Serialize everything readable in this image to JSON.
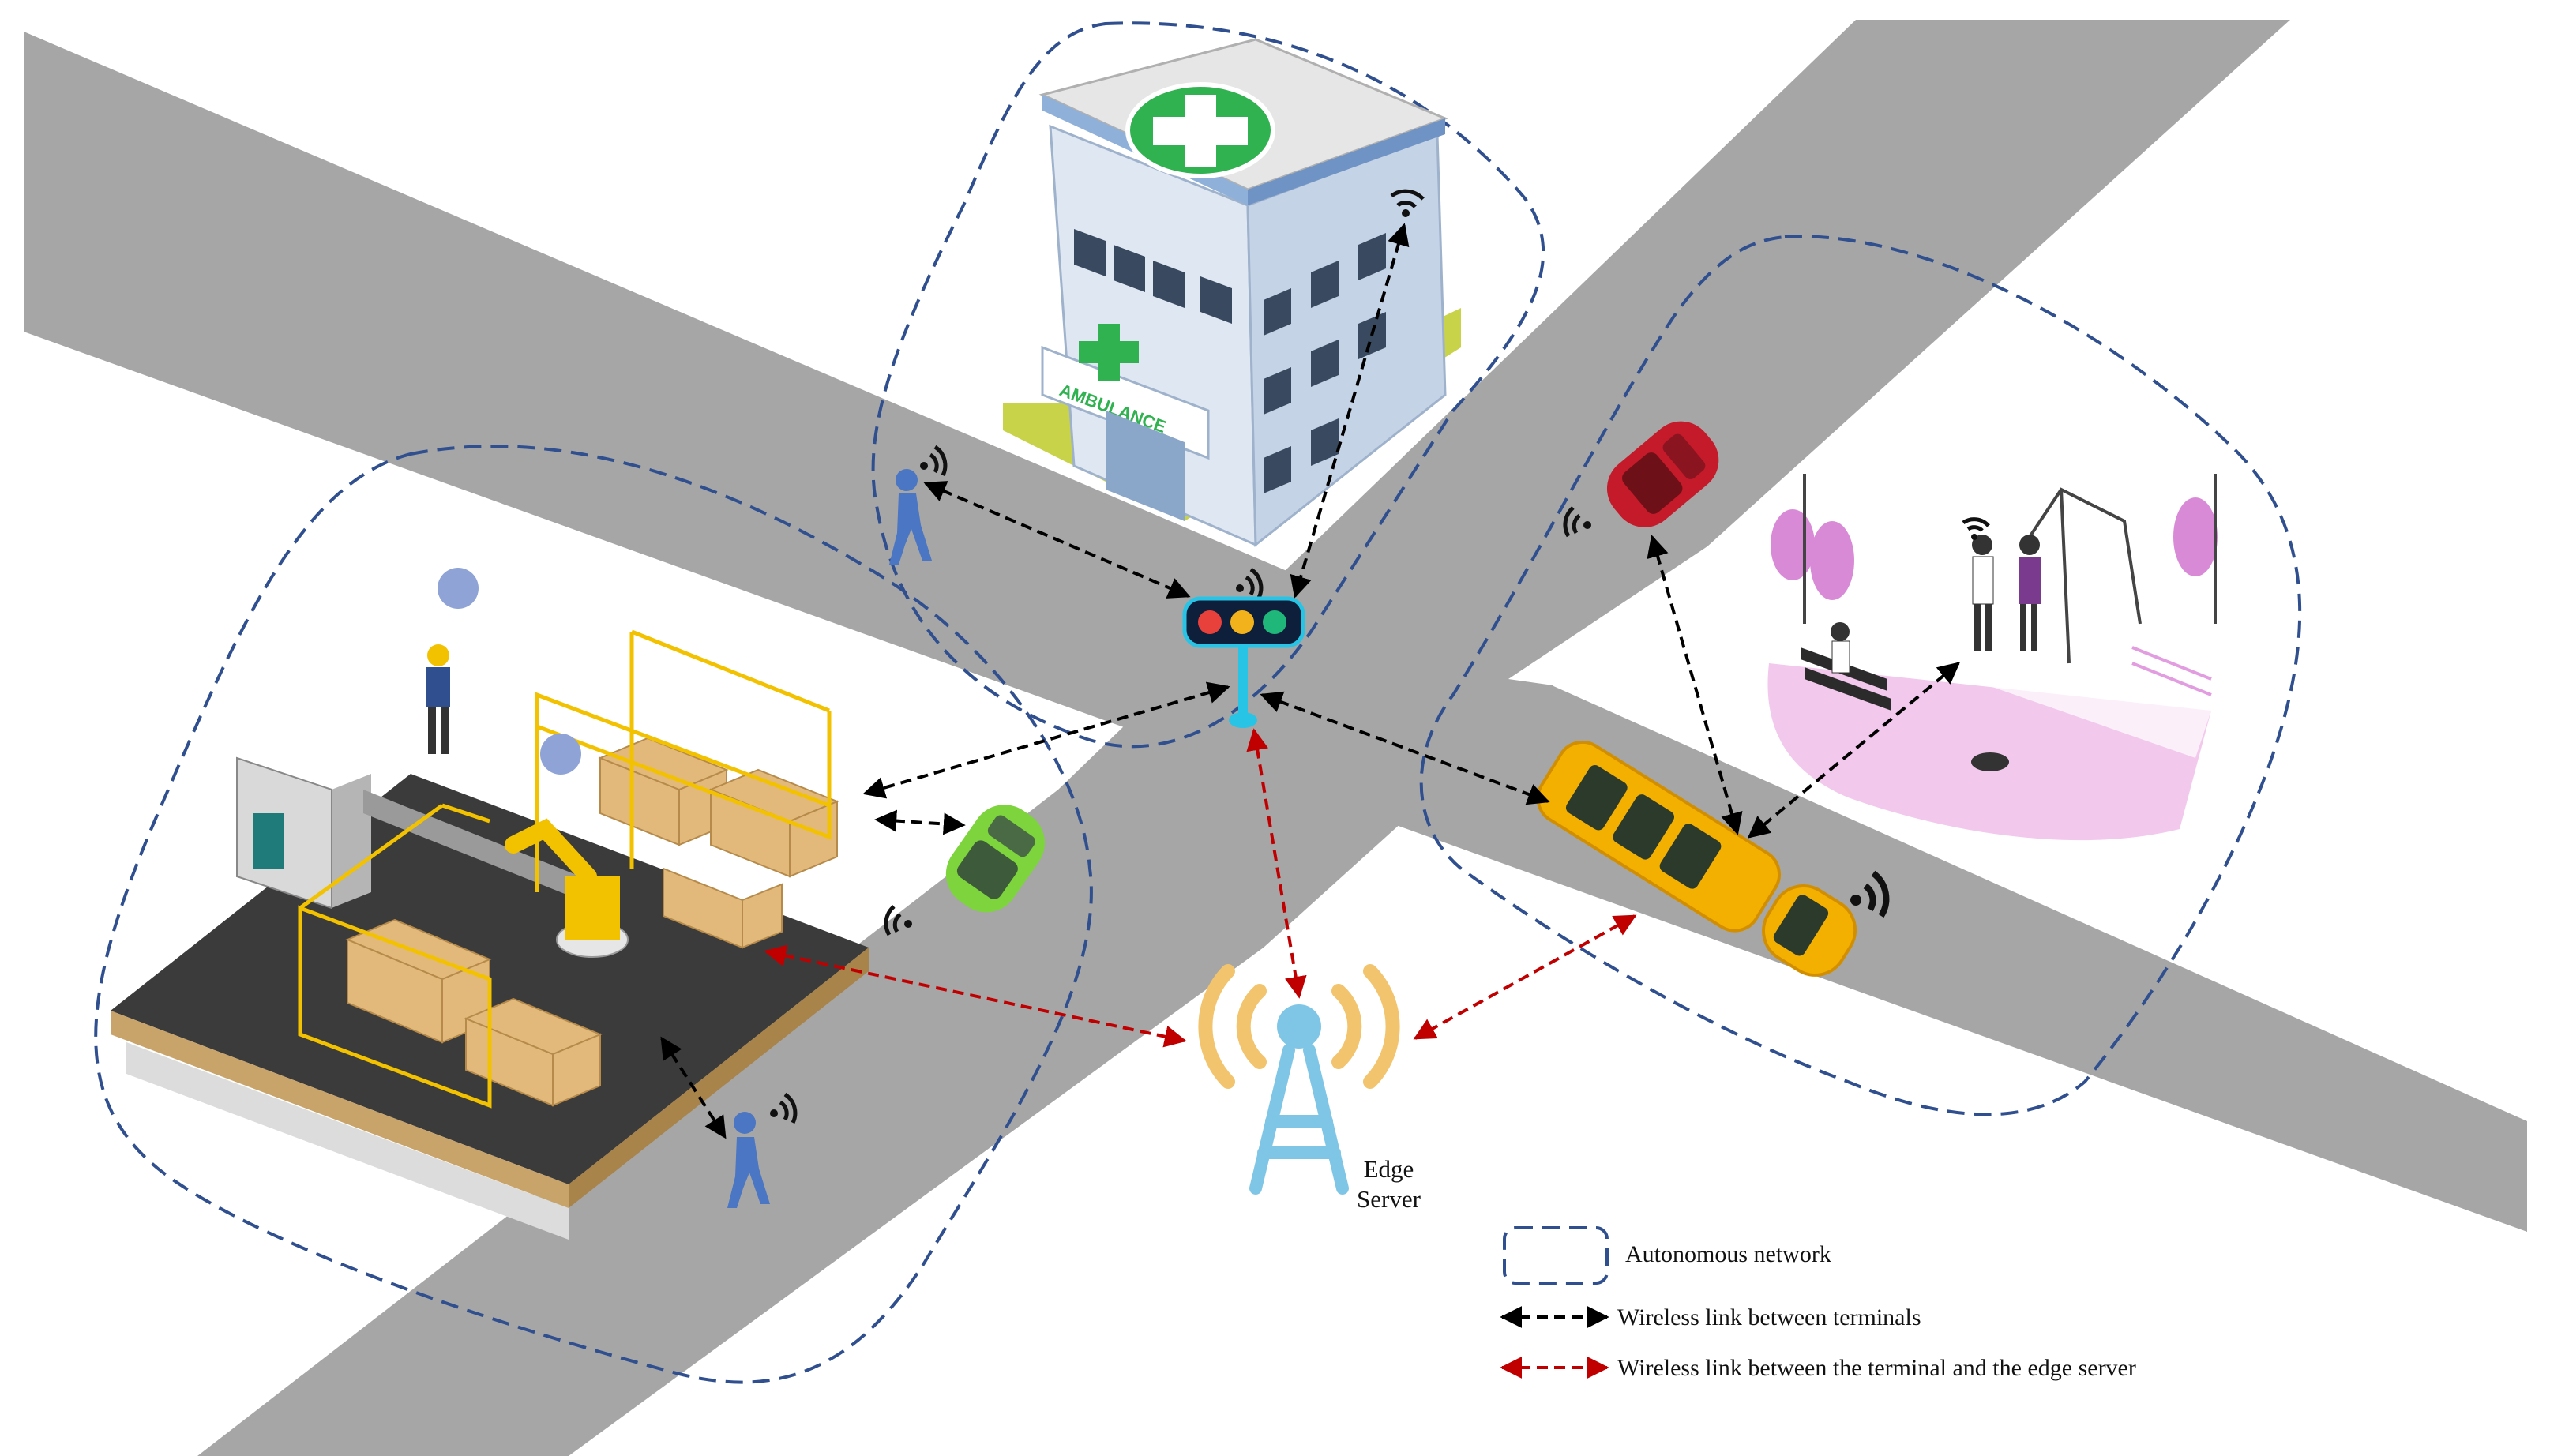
{
  "edge_server": {
    "label_line1": "Edge",
    "label_line2": "Server"
  },
  "hospital": {
    "sign": "AMBULANCE"
  },
  "legend": {
    "autonomous_network": "Autonomous network",
    "terminal_link": "Wireless link between terminals",
    "edge_link": "Wireless link between the terminal and the edge server"
  },
  "colors": {
    "road": "#a6a6a6",
    "network_boundary": "#2f4f8f",
    "terminal_link": "#000000",
    "edge_link": "#c00000",
    "tower": "#7fc6e6",
    "signal_arcs": "#f2c46d",
    "pedestrian": "#4a76c4",
    "green_car": "#7dd43c",
    "red_car": "#c41a2a",
    "yellow_car": "#f4b000",
    "hospital_cross": "#2fb24f",
    "park": "#f2c8ec"
  },
  "icons": [
    "hospital-icon",
    "factory-icon",
    "park-icon",
    "traffic-light-icon",
    "edge-server-tower-icon",
    "pedestrian-icon",
    "car-icon",
    "wifi-icon"
  ]
}
